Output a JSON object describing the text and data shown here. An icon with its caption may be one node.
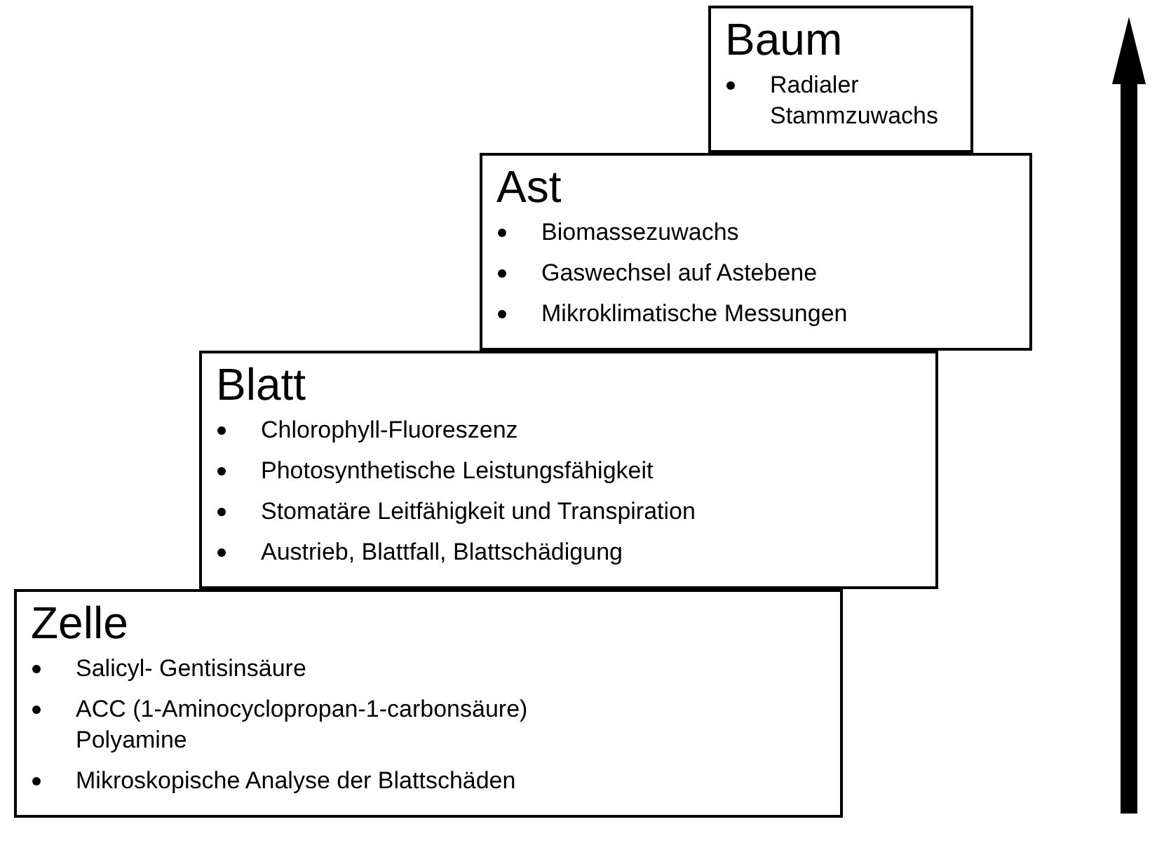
{
  "diagram": {
    "nodes": [
      {
        "text": [
          "Baum",
          "Radialer Stammzuwachs"
        ]
      },
      {
        "text": [
          "Ast",
          "Biomassezuwachs",
          "Gaswechsel auf Astebene",
          "Mikroklimatische Messungen"
        ]
      },
      {
        "text": [
          "Blatt",
          "Chlorophyll-Fluoreszenz",
          "Photosynthetische Leistungsfähigkeit",
          "Stomatäre Leitfähigkeit und Transpiration",
          "Austrieb, Blattfall, Blattschädigung"
        ]
      },
      {
        "text": [
          "Zelle",
          "Salicyl- Gentisinsäure",
          "ACC (1-Aminocyclopropan-1-carbonsäure) Polyamine",
          "Mikroskopische Analyse der Blattschäden"
        ]
      }
    ],
    "edges": []
  }
}
